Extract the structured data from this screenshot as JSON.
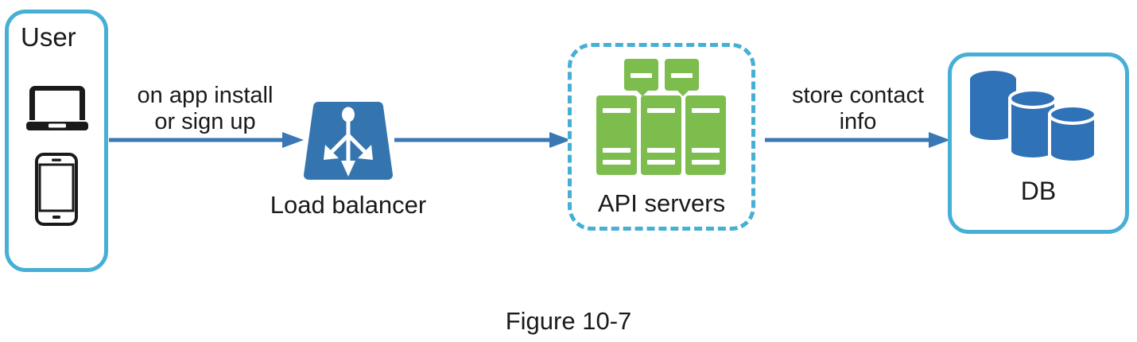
{
  "figure": {
    "caption": "Figure 10-7"
  },
  "colors": {
    "container_border": "#46afd6",
    "arrow_blue": "#3a78b5",
    "load_balancer_fill": "#3475b0",
    "server_green": "#7cbd4e",
    "db_blue": "#2f72b8",
    "device_outline": "#1a1a1a",
    "text": "#1a1a1a",
    "background": "#ffffff"
  },
  "nodes": {
    "user": {
      "label": "User",
      "icons": [
        "laptop-icon",
        "mobile-phone-icon"
      ]
    },
    "load_balancer": {
      "label": "Load balancer",
      "icon": "load-balancer-icon"
    },
    "api_servers": {
      "label": "API servers",
      "icon": "server-rack-icon",
      "border_style": "dashed"
    },
    "database": {
      "label": "DB",
      "icon": "database-cylinders-icon"
    }
  },
  "edges": [
    {
      "from": "user",
      "to": "load_balancer",
      "label_line1": "on app install",
      "label_line2": "or sign up"
    },
    {
      "from": "load_balancer",
      "to": "api_servers",
      "label_line1": "",
      "label_line2": ""
    },
    {
      "from": "api_servers",
      "to": "database",
      "label_line1": "store contact",
      "label_line2": "info"
    }
  ]
}
